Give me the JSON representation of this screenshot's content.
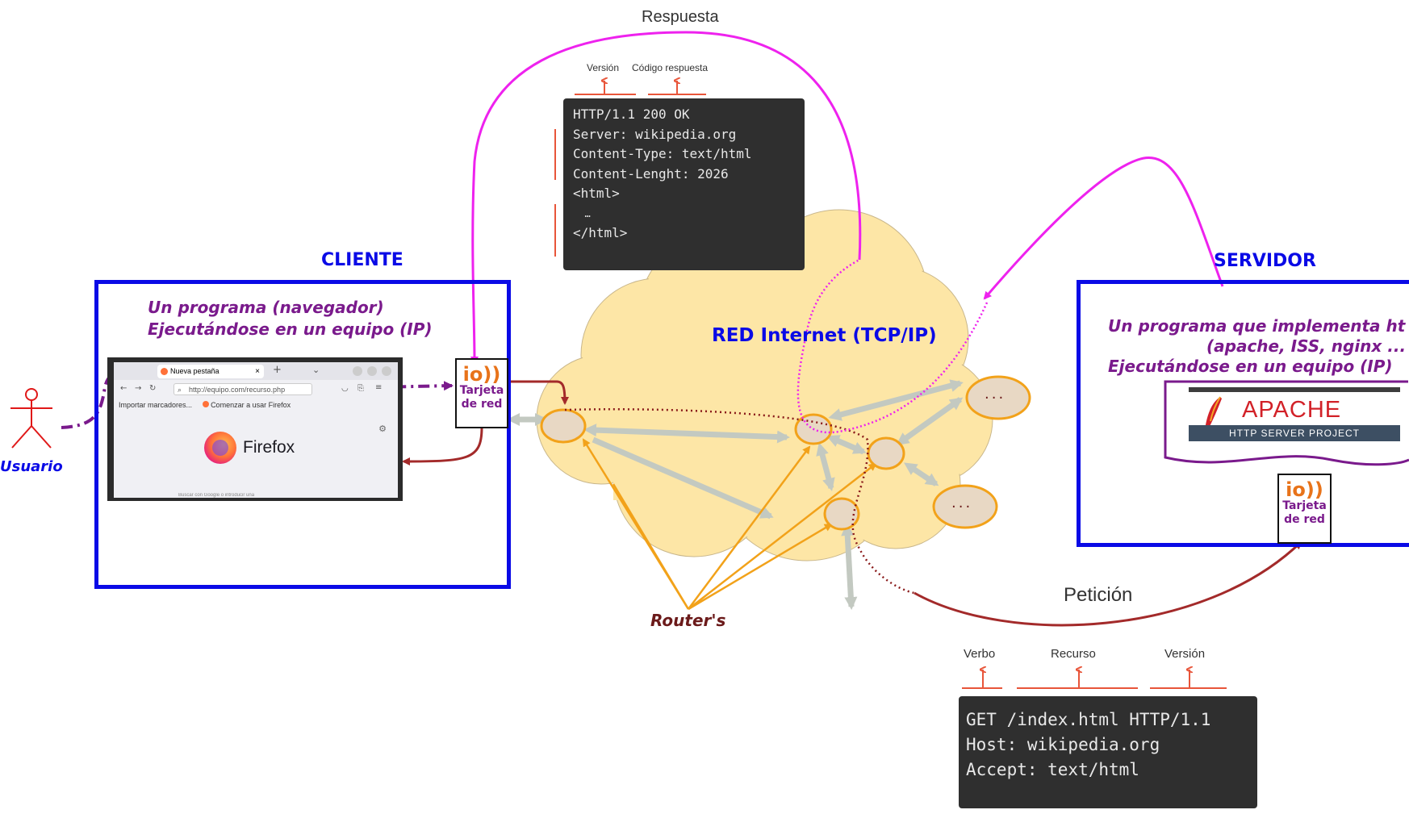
{
  "response": {
    "title": "Respuesta",
    "note_version": "Versión",
    "note_code": "Código respuesta",
    "lines": [
      "HTTP/1.1 200 OK",
      "Server: wikipedia.org",
      "Content-Type: text/html",
      "Content-Lenght: 2026",
      "",
      "<html>",
      "  …",
      "</html>"
    ]
  },
  "request": {
    "title": "Petición",
    "note_verb": "Verbo",
    "note_resource": "Recurso",
    "note_version": "Versión",
    "lines": [
      "GET /index.html HTTP/1.1",
      "Host: wikipedia.org",
      "Accept: text/html"
    ]
  },
  "client": {
    "title": "CLIENTE",
    "desc_1": "Un programa (navegador)",
    "desc_2": "Ejecutándose en un equipo  (IP)",
    "browser": {
      "tab_label": "Nueva pestaña",
      "url": "http://equipo.com/recurso.php",
      "bookmark_1": "Importar marcadores...",
      "bookmark_2": "Comenzar a usar Firefox",
      "brand": "Firefox",
      "search_hint": "Buscar con Google o introducir una"
    },
    "nic_line_1": "Tarjeta",
    "nic_line_2": "de red"
  },
  "user": {
    "label": "Usuario"
  },
  "network": {
    "title": "RED Internet (TCP/IP)",
    "routers_label": "Router's",
    "ellipsis": "..."
  },
  "server": {
    "title": "SERVIDOR",
    "desc_1": "Un programa que implementa ht",
    "desc_2": "(apache, ISS, nginx ...",
    "desc_3": "Ejecutándose en un equipo  (IP)",
    "apache_name": "APACHE",
    "apache_sub": "HTTP SERVER PROJECT",
    "nic_line_1": "Tarjeta",
    "nic_line_2": "de red"
  },
  "colors": {
    "blue": "#0a0ae6",
    "purple": "#7a1a8c",
    "magenta": "#ee22ee",
    "darkred": "#a32a2a",
    "orange": "#f2a21a",
    "cloud": "#fde6a6",
    "router": "#e8d8c4",
    "link": "#c3c9c1"
  },
  "icons": [
    "stick-figure-icon",
    "network-card-icon",
    "firefox-logo-icon",
    "apache-feather-icon"
  ]
}
